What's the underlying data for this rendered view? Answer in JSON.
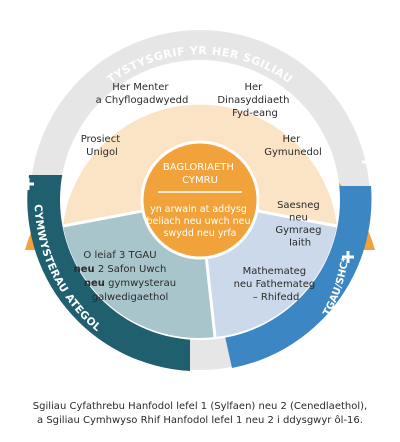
{
  "colors": {
    "orange": "#F2A23A",
    "orange_dark": "#EE9628",
    "teal": "#1F5F6E",
    "blue": "#3C86C4",
    "ring_bg": "#E6E6E6",
    "cream": "#FBE3C6",
    "teal_light": "#A9C5CC",
    "blue_light": "#CBD9EA",
    "text_dark": "#2B2B2B",
    "white": "#FFFFFF"
  },
  "icons": {
    "plus": "plus-icon"
  },
  "ring": {
    "top_label": "TYSTYSGRIF YR HER SGILIAU",
    "left_label": "CYMWYSTERAU ATEGOL",
    "right_label": "TGAU/SHC*"
  },
  "top_segment": {
    "her_menter": [
      "Her Menter",
      "a Chyflogadwyedd"
    ],
    "her_dinasyddiaeth": [
      "Her",
      "Dinasyddiaeth",
      "Fyd-eang"
    ],
    "prosiect": [
      "Prosiect",
      "Unigol"
    ],
    "her_gymunedol": [
      "Her",
      "Gymunedol"
    ]
  },
  "left_segment": {
    "line1": "O leiaf 3 TGAU",
    "line2_bold": "neu",
    "line2_rest": "2 Safon Uwch",
    "line3_bold": "neu",
    "line3_rest": "gymwysterau",
    "line4": "galwedigaethol"
  },
  "right_segment": {
    "saesneg": [
      "Saesneg",
      "neu",
      "Gymraeg",
      "Iaith"
    ],
    "mathemateg": [
      "Mathemateg",
      "neu Fathemateg",
      "– Rhifedd"
    ]
  },
  "center": {
    "title": [
      "BAGLORIAETH",
      "CYMRU"
    ],
    "body": [
      "yn arwain at addysg",
      "beliach neu uwch neu",
      "swydd neu yrfa"
    ]
  },
  "caption": [
    "Sgiliau Cyfathrebu Hanfodol lefel 1 (Sylfaen) neu 2 (Cenedlaethol),",
    "a Sgiliau Cymhwyso Rhif Hanfodol lefel 1 neu 2 i ddysgwyr ôl-16."
  ]
}
